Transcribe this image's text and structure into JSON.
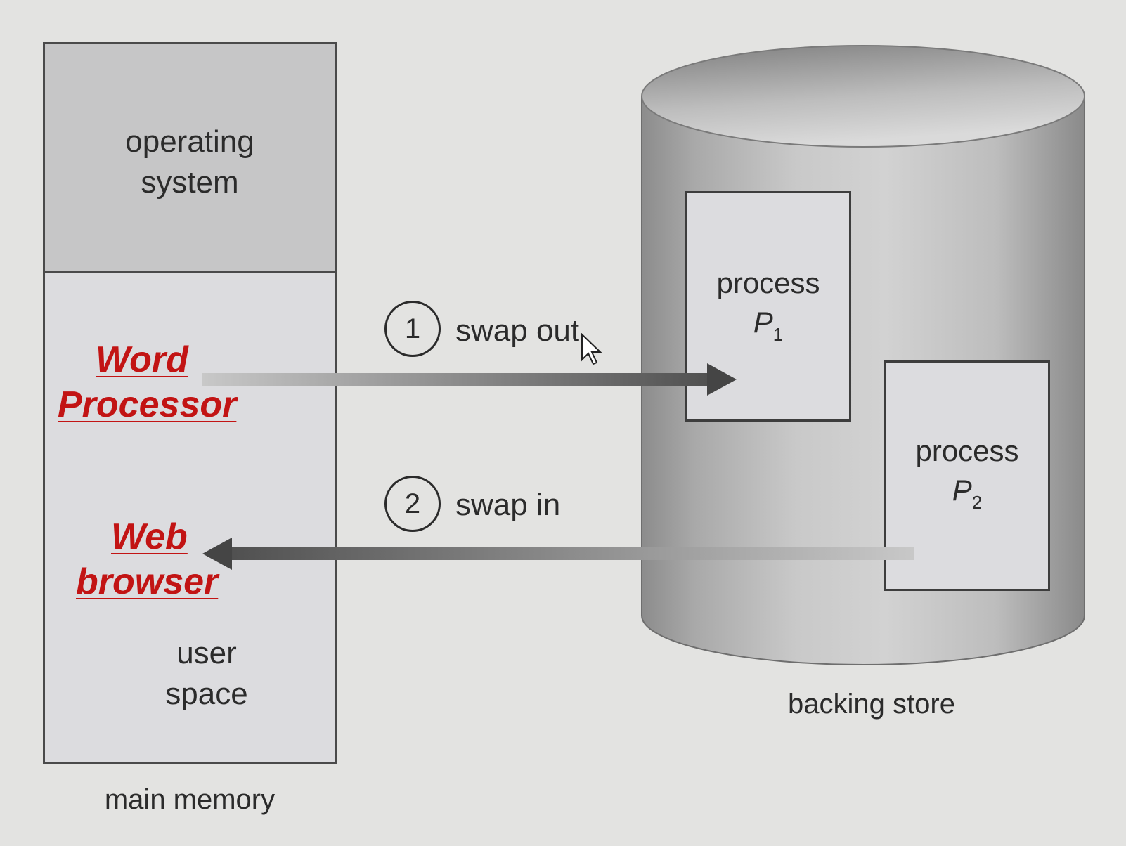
{
  "main_memory": {
    "label": "main memory",
    "os_region": [
      "operating",
      "system"
    ],
    "user_region": [
      "user",
      "space"
    ],
    "word_processor": [
      "Word",
      "Processor"
    ],
    "web_browser": [
      "Web",
      "browser"
    ]
  },
  "backing_store": {
    "label": "backing store",
    "process_1": {
      "name": "process",
      "var": "P",
      "sub": "1"
    },
    "process_2": {
      "name": "process",
      "var": "P",
      "sub": "2"
    }
  },
  "arrows": {
    "swap_out": {
      "number": "1",
      "label": "swap out"
    },
    "swap_in": {
      "number": "2",
      "label": "swap in"
    }
  },
  "colors": {
    "background": "#e3e3e1",
    "highlight_text": "#c21414",
    "os_fill": "#c6c6c7",
    "user_fill": "#dcdcdf"
  }
}
